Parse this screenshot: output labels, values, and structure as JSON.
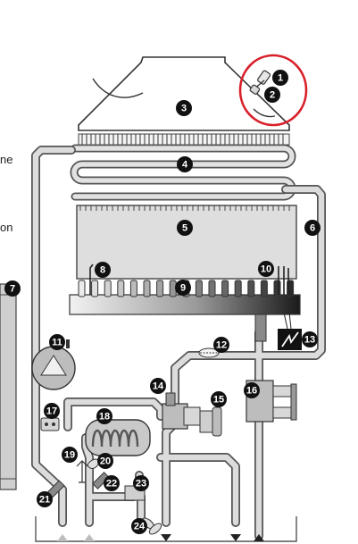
{
  "side_fragments": [
    {
      "id": "frag-top",
      "text": "ne"
    },
    {
      "id": "frag-bottom",
      "text": "on"
    }
  ],
  "components": [
    {
      "n": "1"
    },
    {
      "n": "2"
    },
    {
      "n": "3"
    },
    {
      "n": "4"
    },
    {
      "n": "5"
    },
    {
      "n": "6"
    },
    {
      "n": "7"
    },
    {
      "n": "8"
    },
    {
      "n": "9"
    },
    {
      "n": "10"
    },
    {
      "n": "11"
    },
    {
      "n": "12"
    },
    {
      "n": "13"
    },
    {
      "n": "14"
    },
    {
      "n": "15"
    },
    {
      "n": "16"
    },
    {
      "n": "17"
    },
    {
      "n": "18"
    },
    {
      "n": "19"
    },
    {
      "n": "20"
    },
    {
      "n": "21"
    },
    {
      "n": "22"
    },
    {
      "n": "23"
    },
    {
      "n": "24"
    }
  ],
  "colors": {
    "pipe_fill": "#d4d4d4",
    "pipe_stroke": "#555555",
    "highlight_ring": "#d9202a",
    "badge": "#111111"
  }
}
